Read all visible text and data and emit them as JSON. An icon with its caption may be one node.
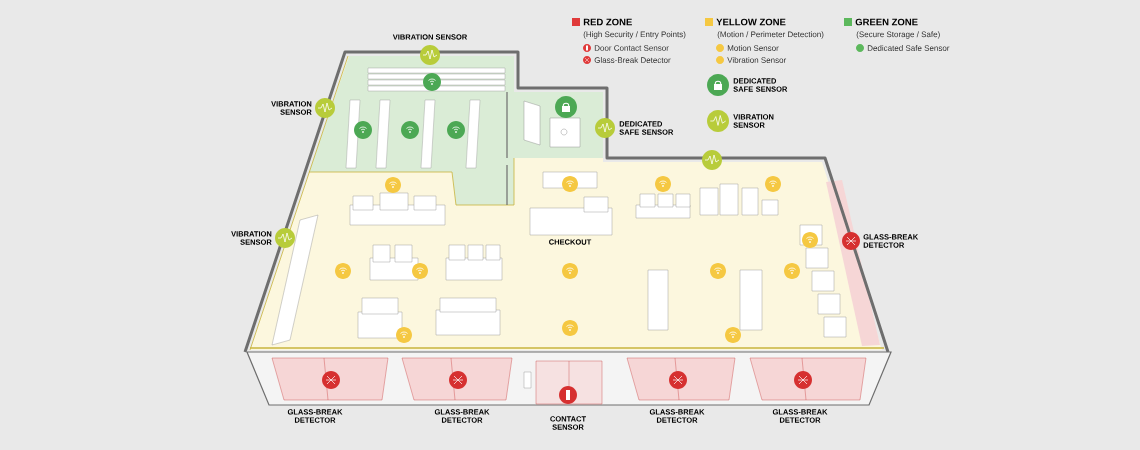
{
  "diagram": {
    "labels": [
      "VIBRATION SENSOR",
      "VIBRATION SENSOR",
      "DEDICATED SAFE SENSOR",
      "VIBRATION SENSOR",
      "CHECKOUT",
      "GLASS-BREAK DETECTOR",
      "GLASS-BREAK DETECTOR",
      "GLASS-BREAK DETECTOR",
      "CONTACT SENSOR",
      "GLASS-BREAK DETECTOR",
      "GLASS-BREAK DETECTOR",
      "(High Security / Entry Points)",
      "(Motion / Perimeter Detection)",
      "(Secure Storage / Safe)"
    ],
    "legend": [
      {
        "text": "RED ZONE",
        "color": "#e03a3a"
      },
      {
        "text": "Door Contact Sensor",
        "color": "#e03a3a"
      },
      {
        "text": "Glass-Break Detector",
        "color": "#e03a3a"
      },
      {
        "text": "YELLOW ZONE",
        "color": "#f5c842"
      },
      {
        "text": "Motion Sensor",
        "color": "#f5c842"
      },
      {
        "text": "Vibration Sensor",
        "color": "#f5c842"
      },
      {
        "text": "GREEN ZONE",
        "color": "#5cb85c"
      },
      {
        "text": "Dedicated Safe Sensor",
        "color": "#5cb85c"
      },
      {
        "text": "DEDICATED SAFE SENSOR"
      },
      {
        "text": "VIBRATION SENSOR"
      }
    ]
  }
}
